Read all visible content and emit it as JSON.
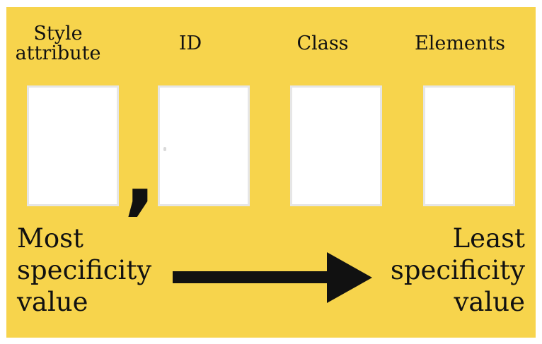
{
  "headers": {
    "style_attribute": [
      "Style",
      "attribute"
    ],
    "id": "ID",
    "class": "Class",
    "elements": "Elements"
  },
  "separator": ",",
  "most": [
    "Most",
    "specificity",
    "value"
  ],
  "least": [
    "Least",
    "specificity",
    "value"
  ],
  "colors": {
    "background": "#f7d44c",
    "box": "#ffffff",
    "text": "#111111"
  }
}
